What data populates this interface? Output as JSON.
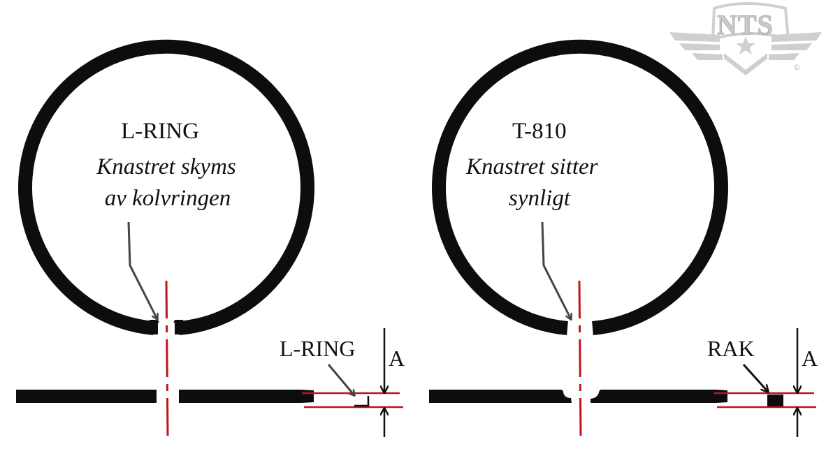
{
  "logo": {
    "text": "NTS",
    "copyright": "©",
    "color": "#c9c9c9"
  },
  "colors": {
    "ring": "#0d0d0d",
    "centerline": "#c0141a",
    "leader": "#444444",
    "background": "#ffffff"
  },
  "left_panel": {
    "title": "L-RING",
    "note_line1": "Knastret skyms",
    "note_line2": "av kolvringen",
    "detail_label": "L-RING",
    "dimension_label": "A"
  },
  "right_panel": {
    "title": "T-810",
    "note_line1": "Knastret sitter",
    "note_line2": "synligt",
    "detail_label": "RAK",
    "dimension_label": "A"
  }
}
